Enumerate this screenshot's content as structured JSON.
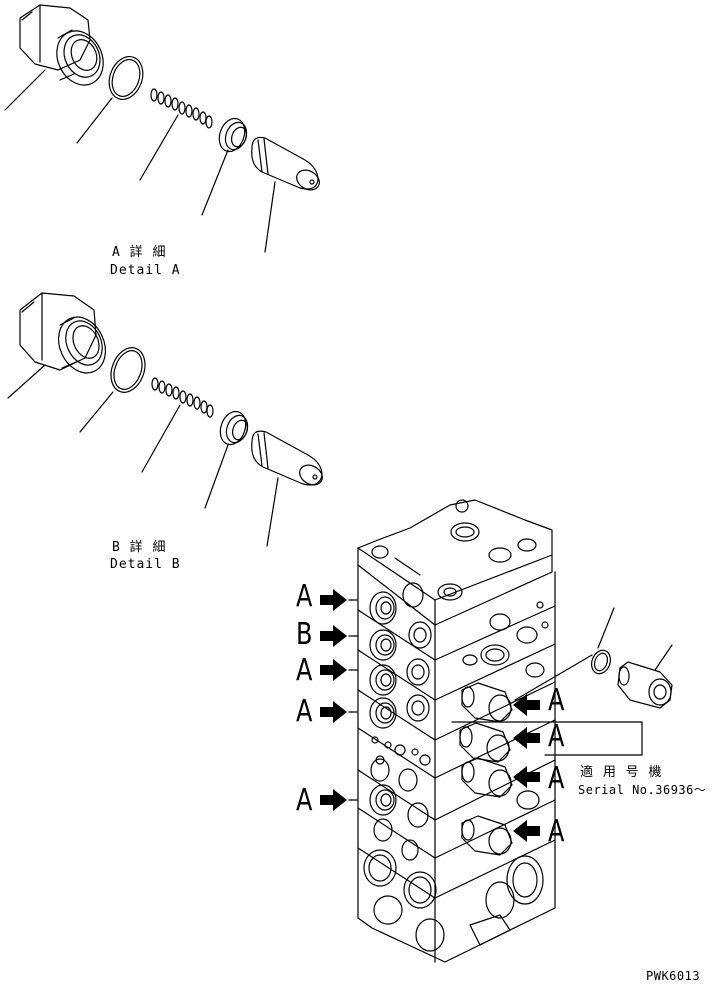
{
  "detail_a": {
    "jp": "A 詳 細",
    "en": "Detail A"
  },
  "detail_b": {
    "jp": "B 詳 細",
    "en": "Detail B"
  },
  "left_labels": [
    "A",
    "B",
    "A",
    "A",
    "A"
  ],
  "right_labels": [
    "A",
    "A",
    "A",
    "A"
  ],
  "serial_note": {
    "jp": "適 用 号 機",
    "en": "Serial No.36936～"
  },
  "drawing_code": "PWK6013"
}
